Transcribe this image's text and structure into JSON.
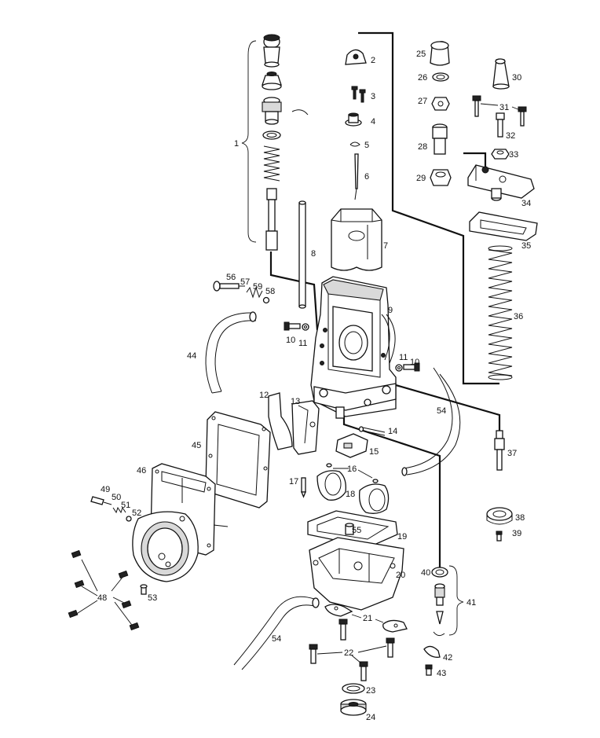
{
  "labels": {
    "p1": "1",
    "p2": "2",
    "p3": "3",
    "p4": "4",
    "p5": "5",
    "p6": "6",
    "p7": "7",
    "p8": "8",
    "p9": "9",
    "p10a": "10",
    "p10b": "10",
    "p11a": "11",
    "p11b": "11",
    "p12": "12",
    "p13": "13",
    "p14": "14",
    "p15": "15",
    "p16": "16",
    "p17": "17",
    "p18": "18",
    "p19": "19",
    "p20": "20",
    "p21": "21",
    "p22": "22",
    "p23": "23",
    "p24": "24",
    "p25": "25",
    "p26": "26",
    "p27": "27",
    "p28": "28",
    "p29": "29",
    "p30": "30",
    "p31": "31",
    "p32": "32",
    "p33": "33",
    "p34": "34",
    "p35": "35",
    "p36": "36",
    "p37": "37",
    "p38": "38",
    "p39": "39",
    "p40": "40",
    "p41": "41",
    "p42": "42",
    "p43": "43",
    "p44": "44",
    "p45": "45",
    "p46": "46",
    "p48": "48",
    "p49": "49",
    "p50": "50",
    "p51": "51",
    "p52": "52",
    "p53": "53",
    "p54a": "54",
    "p54b": "54",
    "p55": "55",
    "p56": "56",
    "p57": "57",
    "p58": "58",
    "p59": "59"
  }
}
